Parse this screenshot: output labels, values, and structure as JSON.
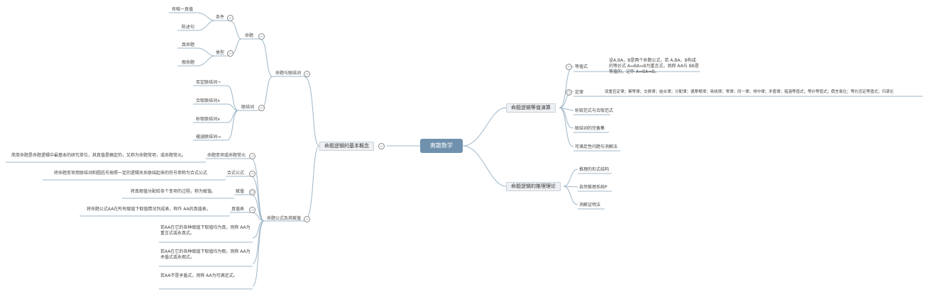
{
  "root": "离散数学",
  "left_main": "命题逻辑的基本概念",
  "right_branches": {
    "equivalence": {
      "title": "命题逻辑等值演算",
      "items": {
        "equiv_label": "等值式",
        "equiv_text": "设A,BA，B是两个命题公式，若 A,BA，B构成的等价式 A↔BA↔B为重言式，则称 AA与 BB是等值的，记作 A⇔BA⇔B。",
        "laws_label": "定律",
        "laws_text": "双重否定律；幂等律；交换律；结合律；分配律；德摩根律；吸收律；零律；同一律；排中律；矛盾律；蕴涵等值式；等价等值式；假言易位；等价否定等值式；归谬论",
        "normal_form": "析取范式与合取范式",
        "complete_set": "联结词的完备集",
        "circuit": "可满足性问题与消解法"
      }
    },
    "reasoning": {
      "title": "命题逻辑的推理理论",
      "items": [
        "推理的形式结构",
        "自然推理系统P",
        "消解证明法"
      ]
    }
  },
  "left_branches": {
    "proposition_connective": {
      "title": "命题与联结词",
      "proposition": {
        "title": "命题",
        "conditions": {
          "label": "条件",
          "items": [
            "有唯一真值",
            "陈述句"
          ]
        },
        "types": {
          "label": "类型",
          "items": [
            "真命题",
            "假命题"
          ]
        }
      },
      "connectives": {
        "title": "联结词",
        "items": [
          "否定联结词¬",
          "合取联结词∧",
          "析取联结词∨",
          "蕴涵联结词→"
        ]
      }
    },
    "formula_assignment": {
      "title": "命题公式及其赋值",
      "rows": [
        {
          "label": "命题变项或命题常元",
          "text": "简单命题是命题逻辑中最基本的研究单位，其真值是确定的，又称为命题常项，或命题常元。"
        },
        {
          "label": "合式公式",
          "text": "将命题变项用联结词和圆括号按照一定的逻辑关系联结起来的符号串称为合式公式"
        },
        {
          "label": "赋值",
          "text": "将真假值分配给各个变项的过程，称为赋值。"
        },
        {
          "label": "真值表",
          "text": "将命题公式AA在所有赋值下取值情况列成表，称作 AA的真值表。"
        }
      ],
      "types": [
        "若AA在它的各种赋值下取值均为真，则称 AA为重言式或永真式。",
        "若AA在它的各种赋值下取值均为假，则称 AA为矛盾式或永假式。",
        "若AA不是矛盾式，则称 AA为可满足式。"
      ]
    }
  },
  "colors": {
    "root": "#6f91ad",
    "edge": "#9fb7c8",
    "box_bg": "#eef1f4"
  }
}
